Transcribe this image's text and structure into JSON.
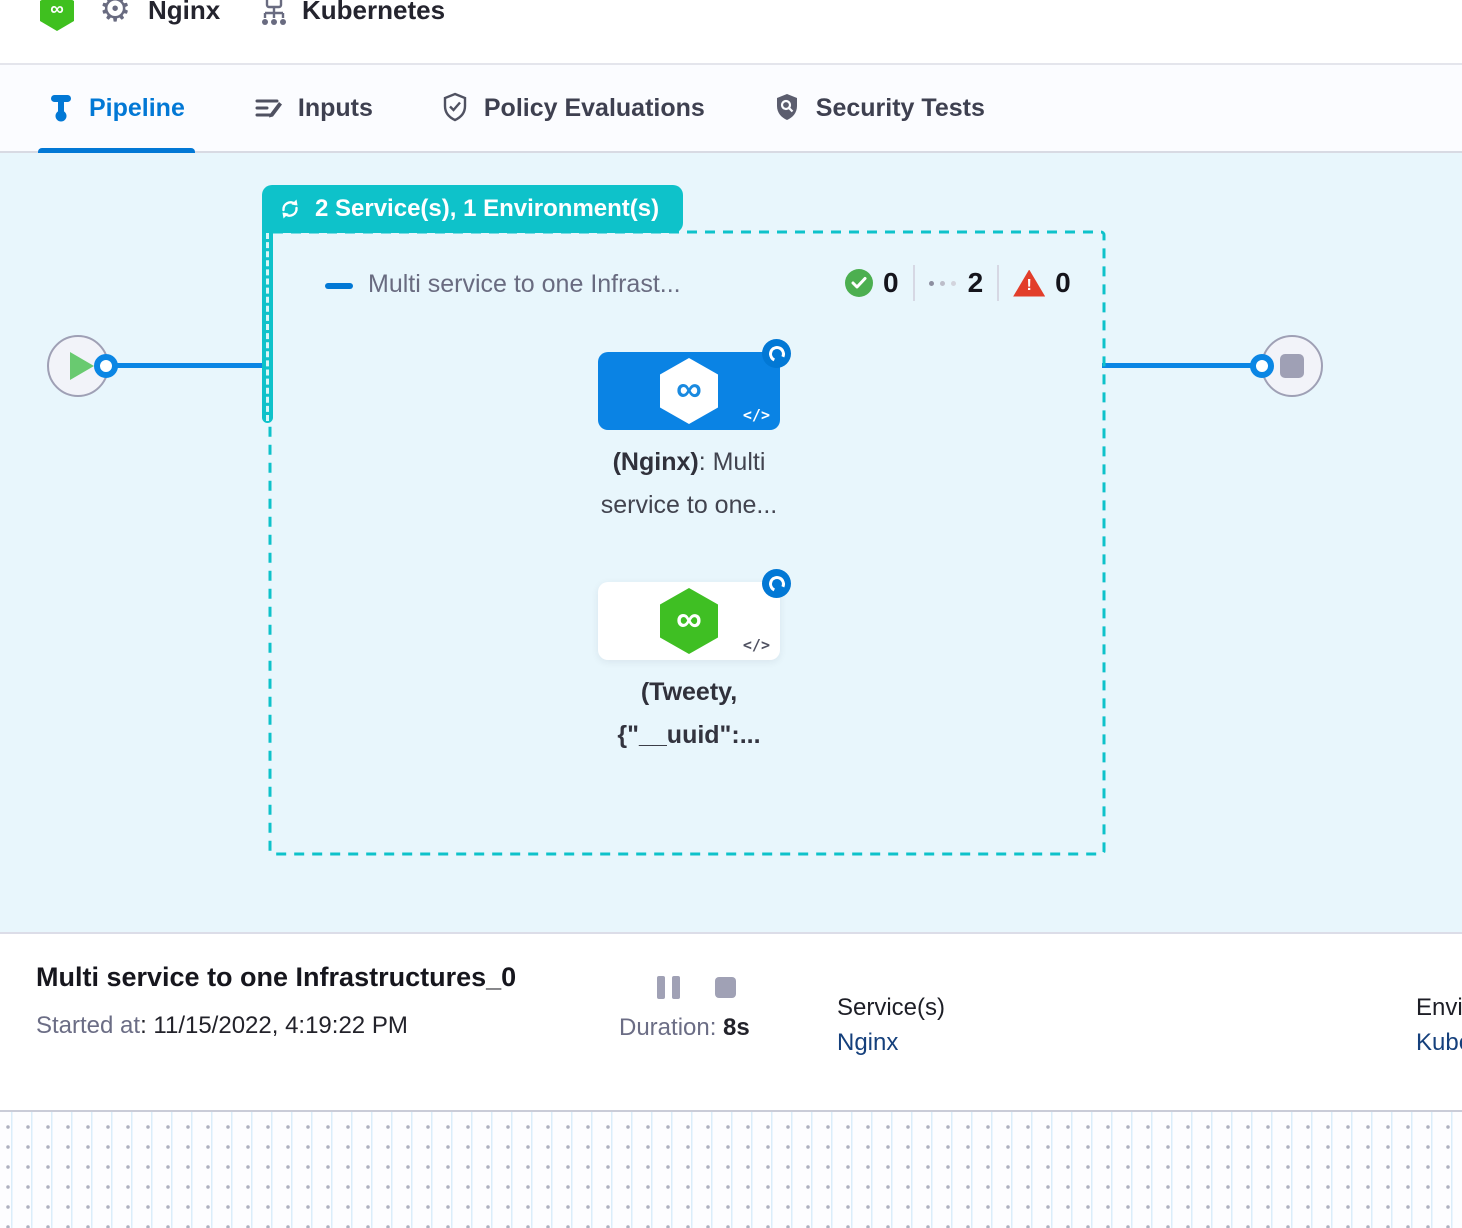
{
  "header": {
    "service_name": "Nginx",
    "environment_name": "Kubernetes"
  },
  "tabs": {
    "pipeline": "Pipeline",
    "inputs": "Inputs",
    "policy": "Policy Evaluations",
    "security": "Security Tests"
  },
  "canvas": {
    "group_badge_label": "2 Service(s), 1 Environment(s)",
    "stage_title": "Multi service to one Infrast...",
    "counts": {
      "success": "0",
      "running": "2",
      "failed": "0",
      "failed_mark": "!"
    },
    "stages": [
      {
        "title_bold": "(Nginx)",
        "title_rest": ": Multi",
        "title_line2": "service to one...",
        "code_badge": "</>"
      },
      {
        "title_bold": "(Tweety,",
        "title_line2": "{\"__uuid\":...",
        "code_badge": "</>"
      }
    ],
    "infinity_glyph": "∞"
  },
  "footer": {
    "run_title": "Multi service to one Infrastructures_0",
    "started_label": "Started at",
    "started_value": ": 11/15/2022, 4:19:22 PM",
    "duration_label": "Duration:",
    "duration_value": " 8s",
    "services_label": "Service(s)",
    "services_value": "Nginx",
    "environment_label": "Environment(s)",
    "environment_value": "Kubernetes"
  },
  "colors": {
    "accent_blue": "#0278d5",
    "teal": "#0ec2ca",
    "canvas_bg": "#e8f6fc",
    "success_green": "#4caf50",
    "error_red": "#e23e2b",
    "link_blue": "#15407c"
  }
}
